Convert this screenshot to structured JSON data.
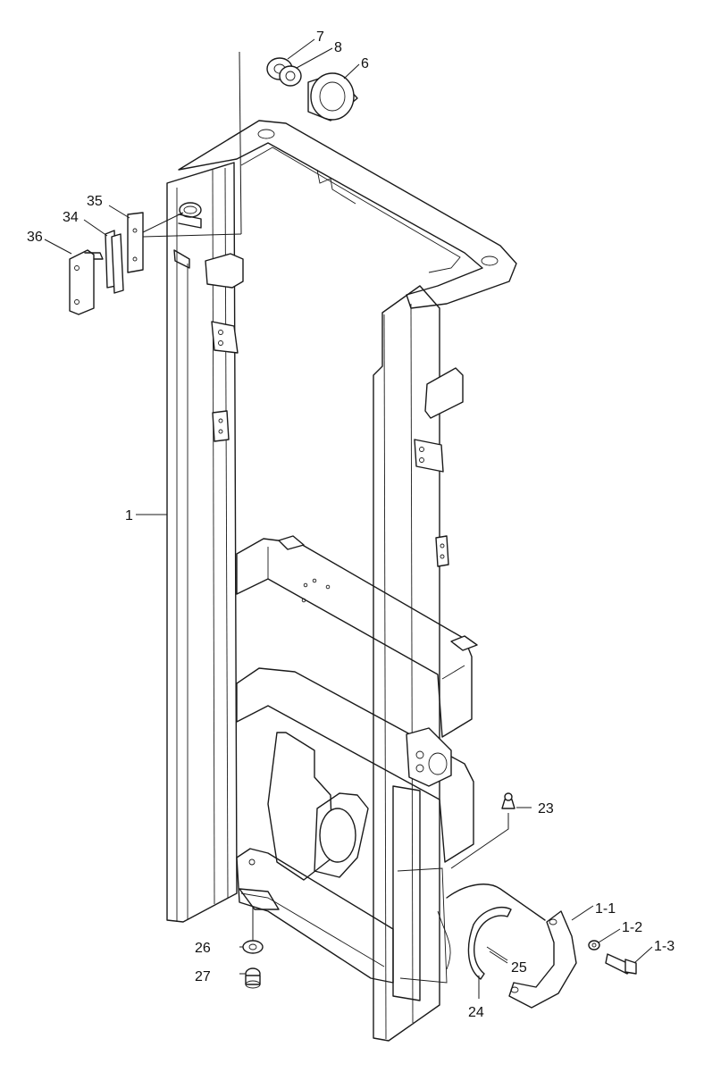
{
  "parts": {
    "mast": "1",
    "bracket": "1-1",
    "washer": "1-2",
    "bolt": "1-3",
    "bearing": "6",
    "shim_a": "7",
    "shim_b": "8",
    "grease_nipple": "23",
    "bushing": "24",
    "pin": "25",
    "washer_26": "26",
    "nut_27": "27",
    "plate_34": "34",
    "plate_35": "35",
    "stopper_36": "36"
  },
  "colors": {
    "line": "#1a1a1a",
    "background": "#ffffff"
  }
}
